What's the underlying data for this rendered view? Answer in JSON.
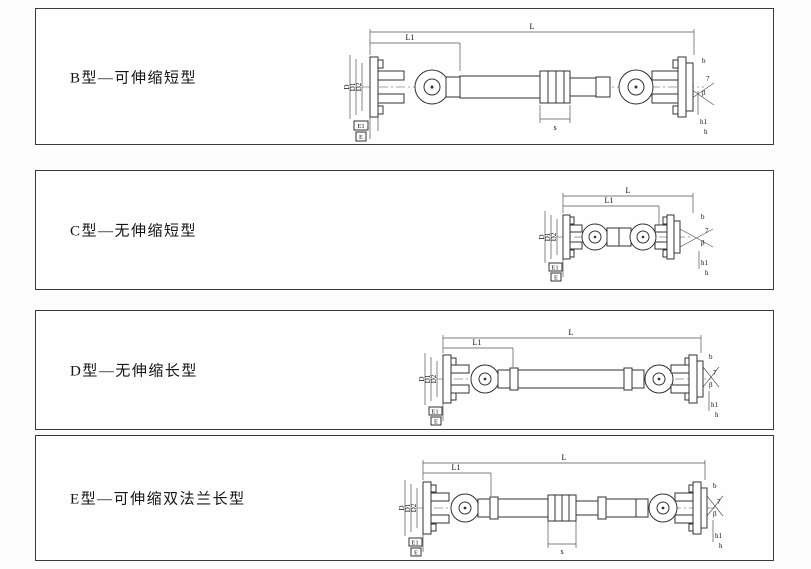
{
  "page": {
    "background": "#fdfdfd",
    "line_color": "#333333"
  },
  "panels": [
    {
      "id": "B",
      "title": "B型—可伸缩短型",
      "labels": {
        "L": "L",
        "L1": "L1",
        "D": "D",
        "D1": "D1",
        "D2": "D2",
        "E1": "E1",
        "E": "E",
        "s": "s",
        "b": "b",
        "beta": "β",
        "angle_value": "7",
        "h1": "h1",
        "h": "h"
      }
    },
    {
      "id": "C",
      "title": "C型—无伸缩短型",
      "labels": {
        "L": "L",
        "L1": "L1",
        "D": "D",
        "D1": "D1",
        "D2": "D2",
        "E1": "E1",
        "E": "E",
        "b": "b",
        "beta": "β",
        "angle_value": "7",
        "h1": "h1",
        "h": "h"
      }
    },
    {
      "id": "D",
      "title": "D型—无伸缩长型",
      "labels": {
        "L": "L",
        "L1": "L1",
        "D": "D",
        "D1": "D1",
        "D2": "D2",
        "E1": "E1",
        "E": "E",
        "b": "b",
        "beta": "β",
        "angle_value": "7",
        "h1": "h1",
        "h": "h"
      }
    },
    {
      "id": "E",
      "title": "E型—可伸缩双法兰长型",
      "labels": {
        "L": "L",
        "L1": "L1",
        "D": "D",
        "D1": "D1",
        "D2": "D2",
        "E1": "E1",
        "E": "E",
        "s": "s",
        "b": "b",
        "beta": "β",
        "angle_value": "7",
        "h1": "h1",
        "h": "h"
      }
    }
  ]
}
